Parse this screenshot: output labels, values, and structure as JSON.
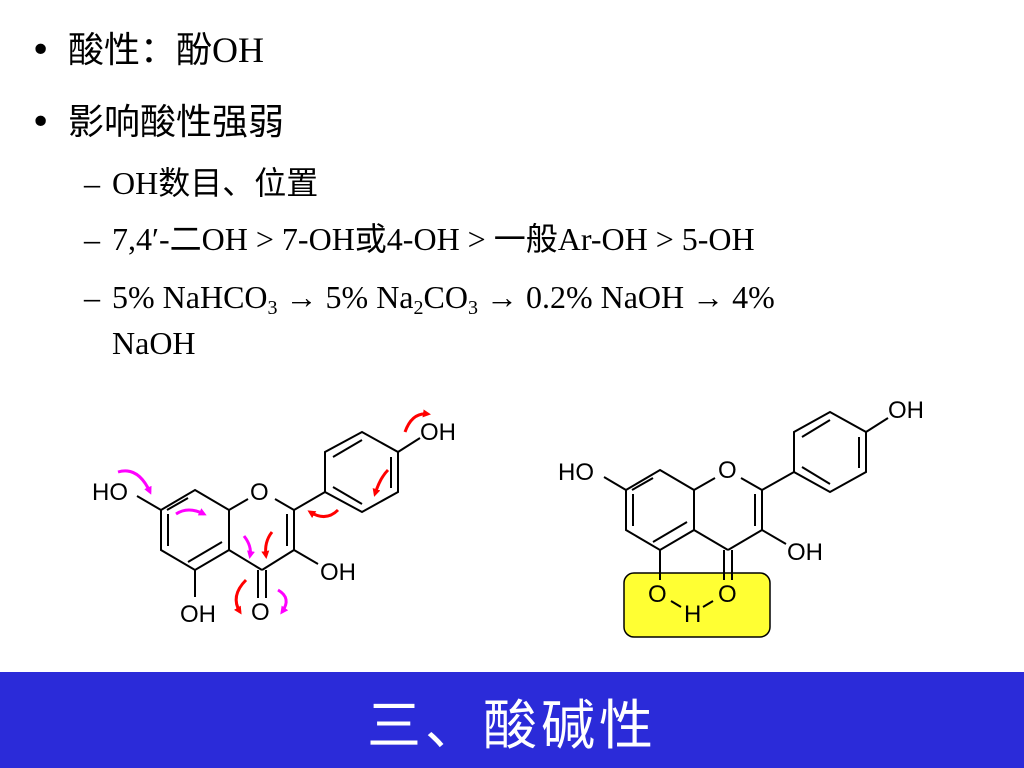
{
  "bullets": [
    {
      "text": "酸性：酚OH"
    },
    {
      "text": "影响酸性强弱"
    }
  ],
  "subitems": {
    "item1": "OH数目、位置",
    "item2": "7,4′-二OH > 7-OH或4-OH > 一般Ar-OH > 5-OH",
    "item3": {
      "p1": "5% NaHCO",
      "s1": "3",
      "p2": " → 5% Na",
      "s2": "2",
      "p3": "CO",
      "s3": "3",
      "p4": " → 0.2% NaOH → 4%",
      "cont": "NaOH"
    }
  },
  "glyphs": {
    "bullet": "•",
    "dash": "–"
  },
  "left_structure": {
    "labels": {
      "oh_top": "OH",
      "ring_o": "O",
      "ho_left": "HO",
      "oh_3": "OH",
      "oh_5": "OH",
      "carbonyl_o": "O"
    }
  },
  "right_structure": {
    "labels": {
      "oh_top": "OH",
      "ring_o": "O",
      "ho_left": "HO",
      "oh_3": "OH",
      "o5": "O",
      "o4": "O",
      "h_bond": "H"
    }
  },
  "banner": {
    "title": "三、酸碱性"
  },
  "colors": {
    "banner_bg": "#2b2bd9",
    "arrow_red": "#ff0000",
    "arrow_magenta": "#ff00ff",
    "highlight": "#ffff33"
  }
}
